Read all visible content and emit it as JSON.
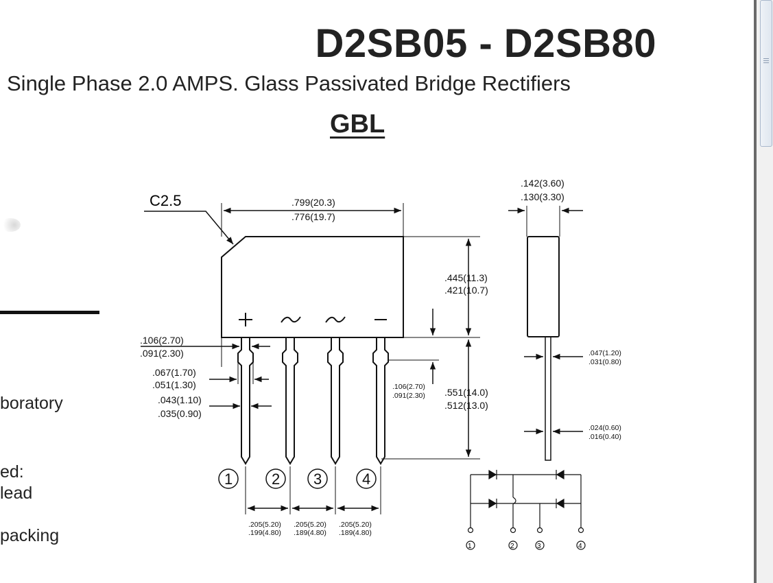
{
  "header": {
    "title": "D2SB05 - D2SB80",
    "subtitle": "Single Phase 2.0 AMPS. Glass Passivated Bridge Rectifiers",
    "package": "GBL"
  },
  "left_fragments": [
    "boratory",
    "ed:",
    "lead",
    "packing"
  ],
  "drawing": {
    "chamfer": "C2.5",
    "width_max": ".799(20.3)",
    "width_min": ".776(19.7)",
    "body_h_max": ".445(11.3)",
    "body_h_min": ".421(10.7)",
    "lead_len_max": ".551(14.0)",
    "lead_len_min": ".512(13.0)",
    "offset_max": ".106(2.70)",
    "offset_min": ".091(2.30)",
    "shoulder_max": ".106(2.70)",
    "shoulder_min": ".091(2.30)",
    "lead_w_max": ".067(1.70)",
    "lead_w_min": ".051(1.30)",
    "lead_t_max": ".043(1.10)",
    "lead_t_min": ".035(0.90)",
    "thick_max": ".142(3.60)",
    "thick_min": ".130(3.30)",
    "side_lead_max": ".047(1.20)",
    "side_lead_min": ".031(0.80)",
    "side_tip_max": ".024(0.60)",
    "side_tip_min": ".016(0.40)",
    "pitch1_max": ".205(5.20)",
    "pitch1_min": ".199(4.80)",
    "pitch2_max": ".205(5.20)",
    "pitch2_min": ".189(4.80)",
    "pitch3_max": ".205(5.20)",
    "pitch3_min": ".189(4.80)",
    "polarity": [
      "+",
      "~",
      "~",
      "−"
    ],
    "pins": [
      "1",
      "2",
      "3",
      "4"
    ]
  }
}
